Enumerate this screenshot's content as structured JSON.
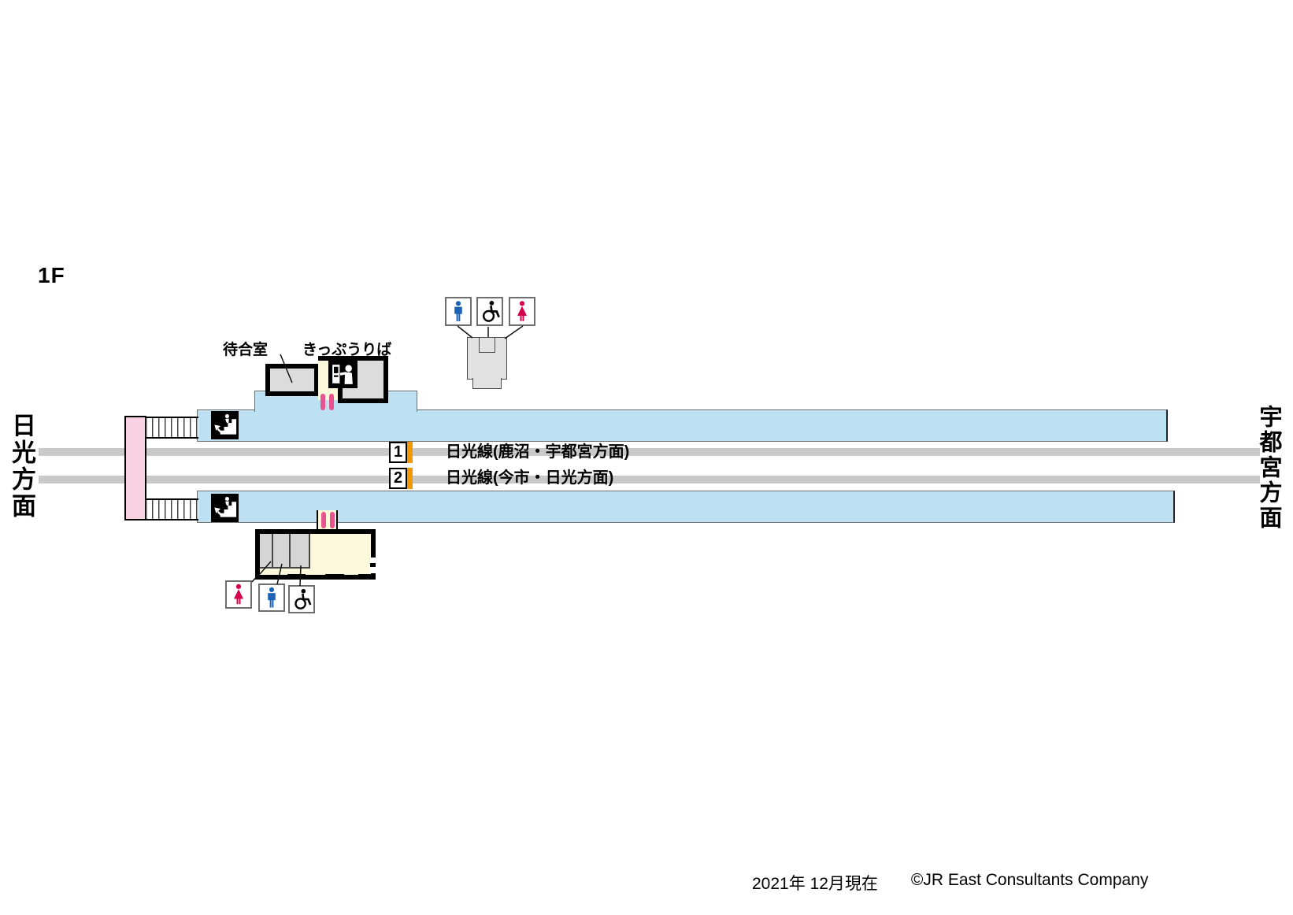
{
  "floor_label": "1F",
  "directions": {
    "left": "日光方面",
    "right": "宇都宮方面"
  },
  "facilities": {
    "waiting_room": "待合室",
    "ticket_office": "きっぷうりば"
  },
  "tracks": [
    {
      "number": "1",
      "line": "日光線(鹿沼・宇都宮方面)"
    },
    {
      "number": "2",
      "line": "日光線(今市・日光方面)"
    }
  ],
  "footer": {
    "date": "2021年 12月現在",
    "copyright": "©JR East Consultants Company"
  },
  "colors": {
    "platform_blue": "#BDE0F2",
    "bridge_pink": "#F8D2E2",
    "room_cream": "#FBF8DC",
    "room_gray": "#DCDCDC",
    "track_gray": "#C9C9C9",
    "gate_pink": "#E8538F",
    "track_stripe_orange": "#F39800",
    "mens_blue": "#1C63B7",
    "womens_red": "#D7004D"
  },
  "icons": {
    "stairs": "stairs-icon",
    "ticket_machine": "ticket-machine-icon",
    "mens_toilet": "mens-toilet-icon",
    "accessible_toilet": "accessible-toilet-icon",
    "womens_toilet": "womens-toilet-icon"
  }
}
